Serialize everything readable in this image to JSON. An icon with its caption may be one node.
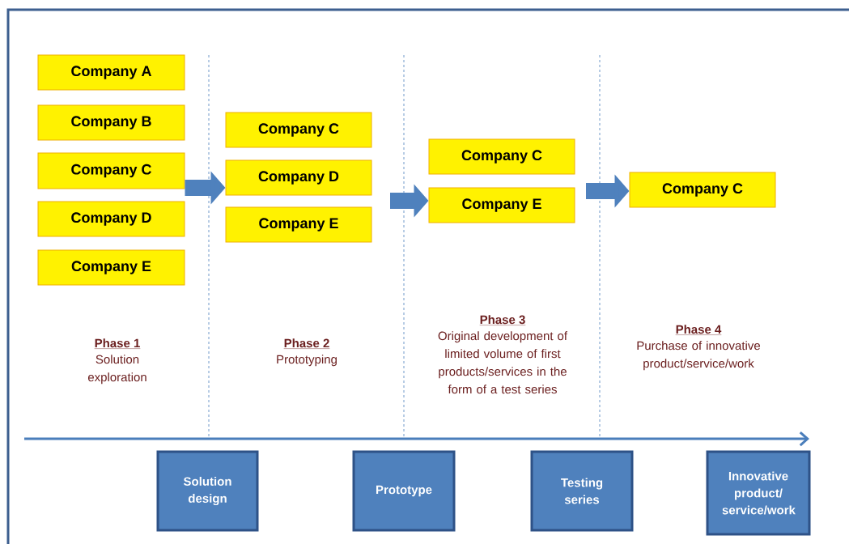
{
  "diagram": {
    "nodes": [
      {
        "text": [
          "Company A"
        ]
      },
      {
        "text": [
          "Company B"
        ]
      },
      {
        "text": [
          "Company C"
        ]
      },
      {
        "text": [
          "Company D"
        ]
      },
      {
        "text": [
          "Company E"
        ]
      },
      {
        "text": [
          "Company C"
        ]
      },
      {
        "text": [
          "Company D"
        ]
      },
      {
        "text": [
          "Company E"
        ]
      },
      {
        "text": [
          "Company C"
        ]
      },
      {
        "text": [
          "Company E"
        ]
      },
      {
        "text": [
          "Company C"
        ]
      },
      {
        "text": [
          "Solution design"
        ]
      },
      {
        "text": [
          "Prototype"
        ]
      },
      {
        "text": [
          "Testing series"
        ]
      },
      {
        "text": [
          "Innovative product/ service/work"
        ]
      }
    ],
    "edges": [
      {
        "from": 2,
        "to": 6,
        "arrow": "to"
      },
      {
        "from": null,
        "to": 9,
        "arrow": "to"
      },
      {
        "from": null,
        "to": 10,
        "arrow": "to"
      }
    ],
    "labels": [
      "Phase 1",
      "Solution exploration",
      "Phase 2",
      "Prototyping",
      "Phase 3",
      "Original development of limited volume of first products/services in the form of a test series",
      "Phase 4",
      "Purchase of innovative product/service/work"
    ]
  }
}
